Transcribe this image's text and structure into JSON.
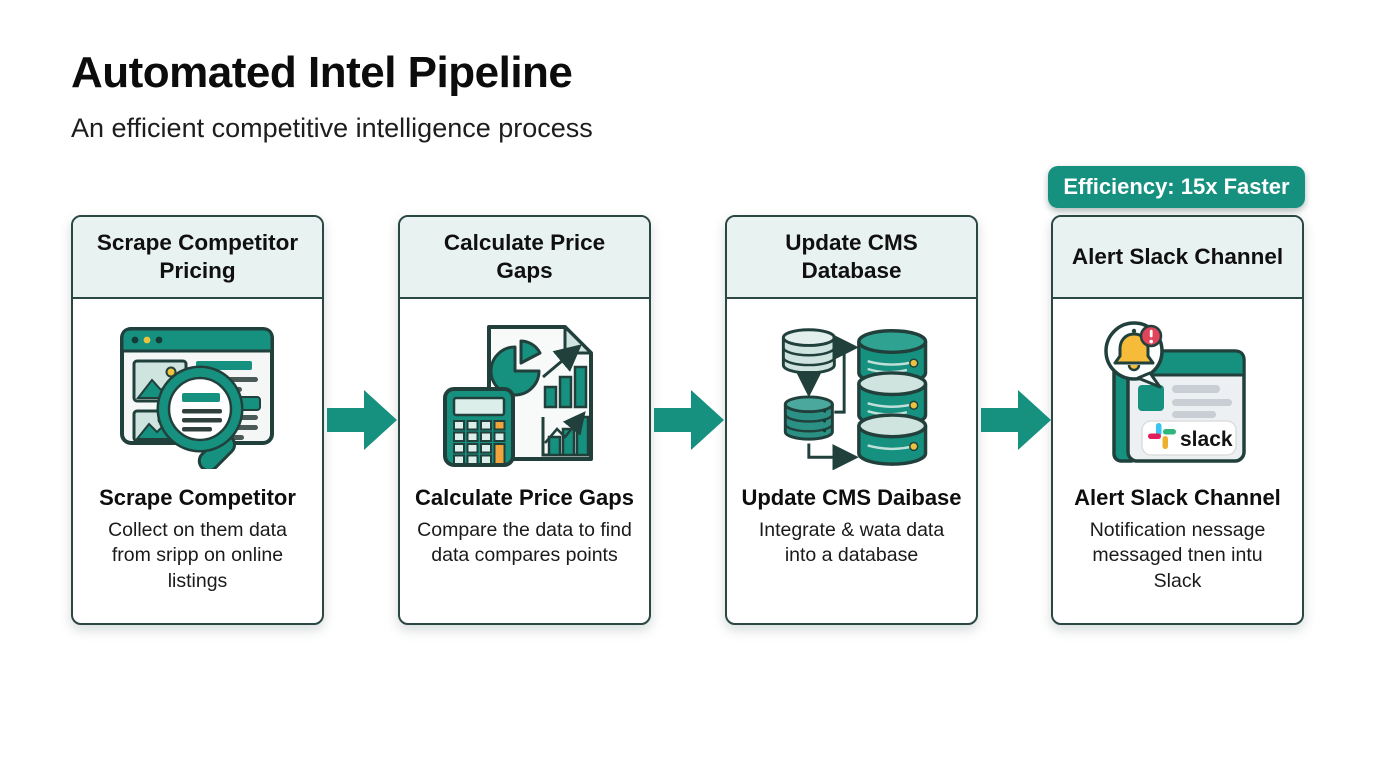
{
  "header": {
    "title": "Automated Intel Pipeline",
    "subtitle": "An efficient competitive intelligence process"
  },
  "badge": {
    "label": "Efficiency: 15x Faster"
  },
  "steps": [
    {
      "header": "Scrape Competitor Pricing",
      "icon": "browser-magnifier-icon",
      "title": "Scrape Competitor",
      "description": "Collect on them data from sripp on online listings"
    },
    {
      "header": "Calculate Price Gaps",
      "icon": "calculator-chart-icon",
      "title": "Calculate Price Gaps",
      "description": "Compare the data to find data compares points"
    },
    {
      "header": "Update CMS Database",
      "icon": "database-sync-icon",
      "title": "Update CMS Daibase",
      "description": "Integrate & wata data into a database"
    },
    {
      "header": "Alert Slack Channel",
      "icon": "slack-alert-icon",
      "title": "Alert Slack Channel",
      "description": "Notification nessage messaged tnen intu Slack"
    }
  ],
  "slack": {
    "wordmark": "slack"
  },
  "colors": {
    "teal": "#16917F",
    "header_fill": "#E8F2F0",
    "card_border": "#2A4744",
    "icon_outline": "#21403C",
    "mint": "#CFE3DF",
    "orange": "#F2A43C",
    "alert_red": "#E2445C",
    "bell_yellow": "#F6BB38",
    "slack_blue": "#36C5F0",
    "slack_green": "#2EB67D",
    "slack_yellow": "#ECB22E",
    "slack_red": "#E01E5A"
  }
}
